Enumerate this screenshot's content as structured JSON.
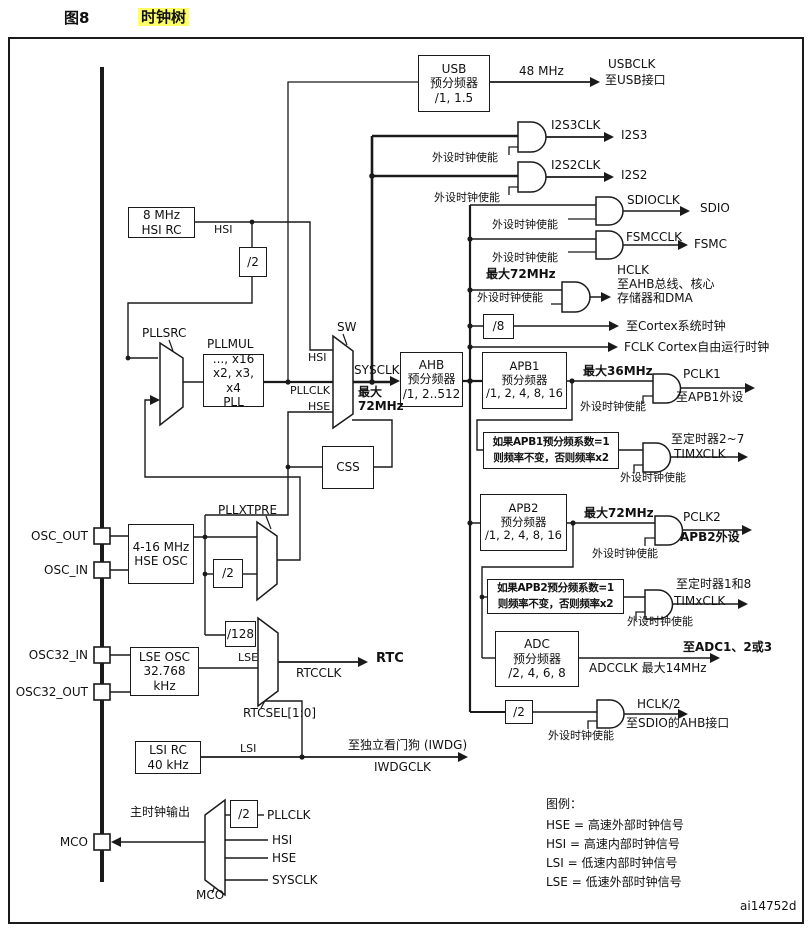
{
  "title": {
    "figure": "图8",
    "caption": "时钟树"
  },
  "watermark": "ai14752d",
  "enable": "外设时钟使能",
  "pins": {
    "osc_out": "OSC_OUT",
    "osc_in": "OSC_IN",
    "osc32_in": "OSC32_IN",
    "osc32_out": "OSC32_OUT",
    "mco": "MCO"
  },
  "blocks": {
    "usb": "USB\n预分频器\n/1, 1.5",
    "hsi_rc": "8 MHz\nHSI RC",
    "div2_hsi": "/2",
    "pll": "..., x16\nx2, x3, x4\nPLL",
    "css": "CSS",
    "ahb": "AHB\n预分频器\n/1, 2..512",
    "apb1": "APB1\n预分频器\n/1, 2, 4, 8, 16",
    "rule1": "如果APB1预分频系数=1\n则频率不变，否则频率x2",
    "apb2": "APB2\n预分频器\n/1, 2, 4, 8, 16",
    "rule2": "如果APB2预分频系数=1\n则频率不变，否则频率x2",
    "adc": "ADC\n预分频器\n/2, 4, 6, 8",
    "hse_osc": "4-16 MHz\nHSE OSC",
    "div2_hse": "/2",
    "div128": "/128",
    "lse_osc": "LSE OSC\n32.768 kHz",
    "lsi_rc": "LSI RC\n40 kHz",
    "div8": "/8",
    "div2_hclk": "/2",
    "div2_mco": "/2"
  },
  "muxes": {
    "pllsrc": "PLLSRC",
    "pllmul": "PLLMUL",
    "sw": "SW",
    "pllxtpre": "PLLXTPRE",
    "rtcsel": "RTCSEL[1:0]",
    "mco": "MCO"
  },
  "signals": {
    "hsi": "HSI",
    "hse": "HSE",
    "lse": "LSE",
    "lsi": "LSI",
    "pllclk": "PLLCLK",
    "sysclk": "SYSCLK",
    "sysclk_max": "最大\n72MHz",
    "mco_note": "主时钟输出"
  },
  "outputs": {
    "usb": {
      "freq": "48 MHz",
      "clk": "USBCLK",
      "dest": "至USB接口"
    },
    "i2s3": {
      "clk": "I2S3CLK",
      "dest": "I2S3"
    },
    "i2s2": {
      "clk": "I2S2CLK",
      "dest": "I2S2"
    },
    "sdio": {
      "clk": "SDIOCLK",
      "dest": "SDIO"
    },
    "fsmc": {
      "clk": "FSMCCLK",
      "dest": "FSMC"
    },
    "hclk": {
      "max": "最大72MHz",
      "text": "HCLK\n至AHB总线、核心\n存储器和DMA"
    },
    "cortex": {
      "dest": "至Cortex系统时钟"
    },
    "fclk": {
      "dest": "FCLK Cortex自由运行时钟"
    },
    "pclk1": {
      "max": "最大36MHz",
      "clk": "PCLK1",
      "dest": "至APB1外设"
    },
    "tim1": {
      "dest": "至定时器2~7",
      "clk": "TIMXCLK"
    },
    "pclk2": {
      "max": "最大72MHz",
      "clk": "PCLK2",
      "dest": "APB2外设"
    },
    "tim2": {
      "dest": "至定时器1和8",
      "clk": "TIMxCLK"
    },
    "adc": {
      "dest": "至ADC1、2或3",
      "clk": "ADCCLK 最大14MHz"
    },
    "hclk2": {
      "clk": "HCLK/2",
      "dest": "至SDIO的AHB接口"
    },
    "rtc": {
      "clk": "RTCCLK",
      "dest": "RTC"
    },
    "iwdg": {
      "dest": "至独立看门狗 (IWDG)",
      "clk": "IWDGCLK"
    }
  },
  "legend": {
    "heading": "图例：",
    "items": [
      "HSE = 高速外部时钟信号",
      "HSI = 高速内部时钟信号",
      "LSI = 低速内部时钟信号",
      "LSE = 低速外部时钟信号"
    ]
  }
}
